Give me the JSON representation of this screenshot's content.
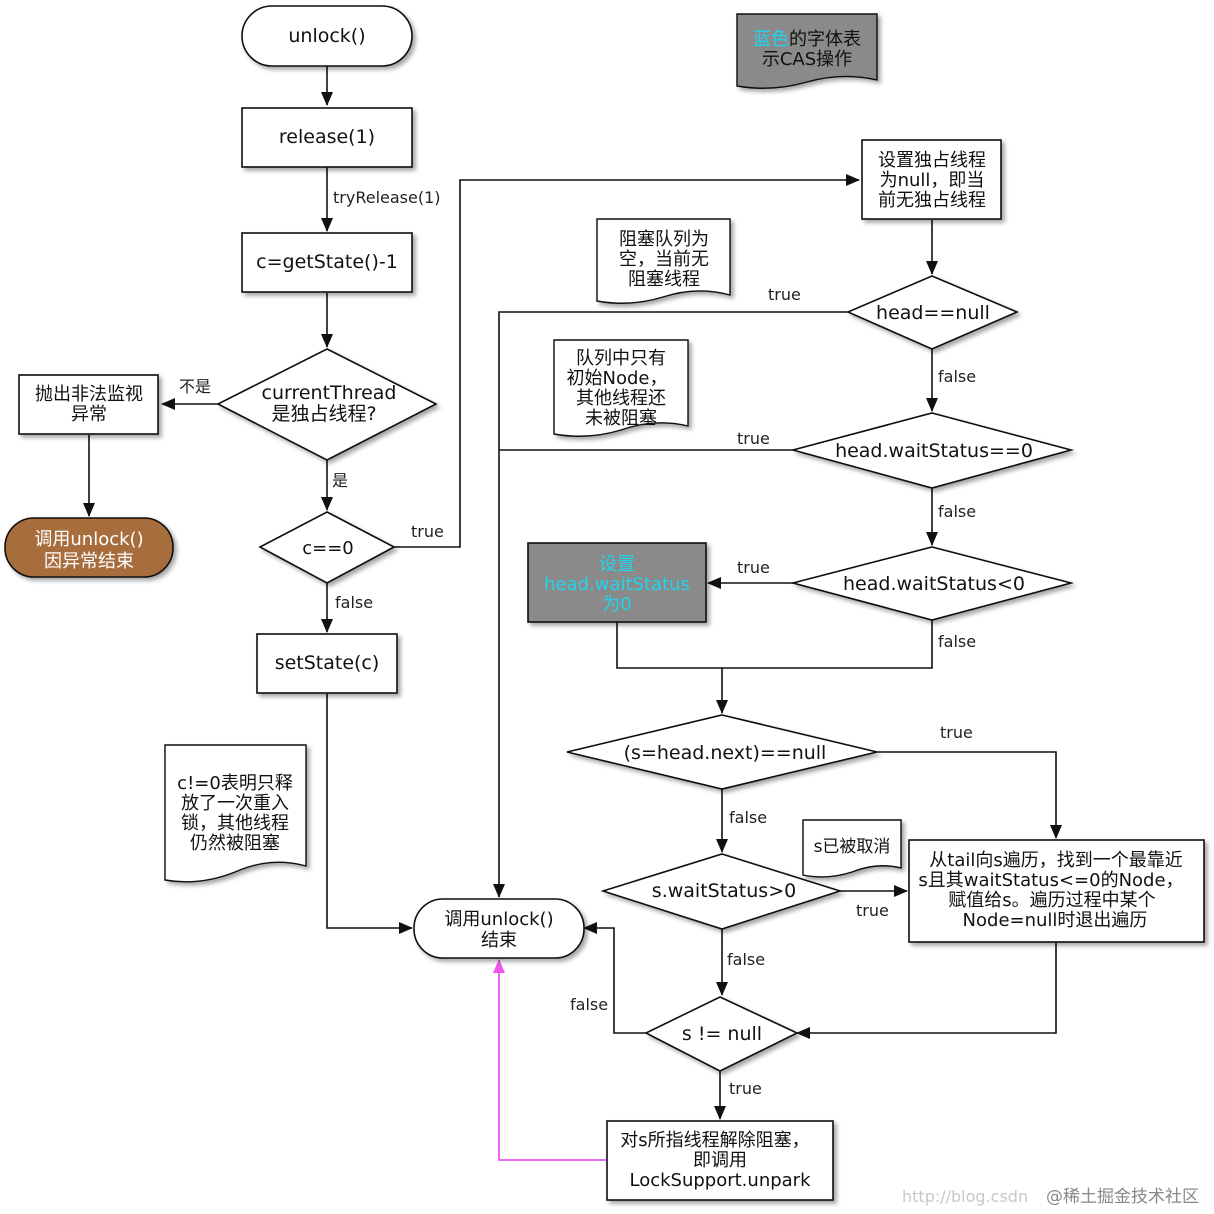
{
  "nodes": {
    "unlock": "unlock()",
    "release": "release(1)",
    "get_state": "c=getState()-1",
    "current_thread": [
      "currentThread",
      "是独占线程?"
    ],
    "throw_exception": [
      "抛出非法监视",
      "异常"
    ],
    "abnormal_end": [
      "调用unlock()",
      "因异常结束"
    ],
    "c_zero": "c==0",
    "set_state": "setState(c)",
    "set_exclusive_null": [
      "设置独占线程",
      "为null，即当",
      "前无独占线程"
    ],
    "head_null": "head==null",
    "head_ws_eq0": "head.waitStatus==0",
    "head_ws_lt0": "head.waitStatus<0",
    "set_head_ws0": [
      "设置",
      "head.waitStatus",
      "为0"
    ],
    "s_head_next": "(s=head.next)==null",
    "s_ws_gt0": "s.waitStatus>0",
    "traverse_tail": [
      "从tail向s遍历，找到一个最靠近",
      "s且其waitStatus<=0的Node，",
      "赋值给s。遍历过程中某个",
      "Node=null时退出遍历"
    ],
    "s_not_null": "s != null",
    "unpark": [
      "对s所指线程解除阻塞，",
      "即调用",
      "LockSupport.unpark"
    ],
    "unlock_end": [
      "调用unlock()",
      "结束"
    ]
  },
  "notes": {
    "legend": {
      "blue_part": "蓝色",
      "rest_line1": "的字体表",
      "line2": "示CAS操作"
    },
    "queue_empty": [
      "阻塞队列为",
      "空，当前无",
      "阻塞线程"
    ],
    "queue_only_init": [
      "队列中只有",
      "初始Node，",
      "其他线程还",
      "未被阻塞"
    ],
    "c_not_zero": [
      "c!=0表明只释",
      "放了一次重入",
      "锁，其他线程",
      "仍然被阻塞"
    ],
    "s_cancelled": "s已被取消"
  },
  "edge_labels": {
    "try_release": "tryRelease(1)",
    "not_is": "不是",
    "is": "是",
    "true": "true",
    "false": "false"
  },
  "watermark": {
    "url": "http://blog.csdn",
    "brand": "@稀土掘金技术社区"
  },
  "colors": {
    "cas_text": "#22d3ee",
    "gray_fill": "#8a8a8a",
    "end_brown": "#a86d3c",
    "return_arrow": "#ee55ee",
    "line": "#111111"
  }
}
